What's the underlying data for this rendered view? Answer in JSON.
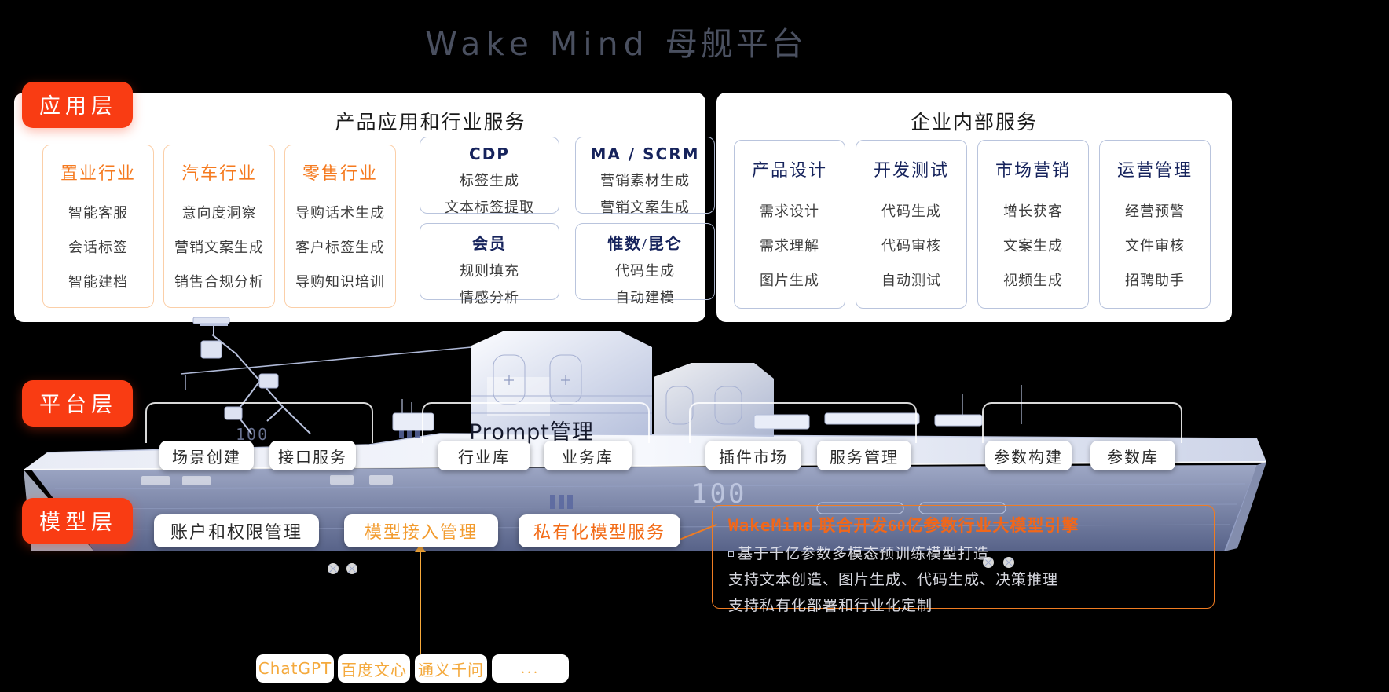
{
  "title": {
    "en": "Wake Mind",
    "cn": "母舰平台"
  },
  "badges": {
    "application": "应用层",
    "platform": "平台层",
    "model": "模型层"
  },
  "application_layer": {
    "left_panel": {
      "title": "产品应用和行业服务",
      "industry_cards": [
        {
          "head": "置业行业",
          "items": [
            "智能客服",
            "会话标签",
            "智能建档"
          ]
        },
        {
          "head": "汽车行业",
          "items": [
            "意向度洞察",
            "营销文案生成",
            "销售合规分析"
          ]
        },
        {
          "head": "零售行业",
          "items": [
            "导购话术生成",
            "客户标签生成",
            "导购知识培训"
          ]
        }
      ],
      "service_boxes": [
        {
          "head": "CDP",
          "latin": true,
          "items": [
            "标签生成",
            "文本标签提取"
          ]
        },
        {
          "head": "MA / SCRM",
          "latin": true,
          "items": [
            "营销素材生成",
            "营销文案生成"
          ]
        },
        {
          "head": "会员",
          "latin": false,
          "items": [
            "规则填充",
            "情感分析"
          ]
        },
        {
          "head": "惟数/昆仑",
          "latin": false,
          "items": [
            "代码生成",
            "自动建模"
          ]
        }
      ]
    },
    "right_panel": {
      "title": "企业内部服务",
      "cards": [
        {
          "head": "产品设计",
          "items": [
            "需求设计",
            "需求理解",
            "图片生成"
          ]
        },
        {
          "head": "开发测试",
          "items": [
            "代码生成",
            "代码审核",
            "自动测试"
          ]
        },
        {
          "head": "市场营销",
          "items": [
            "增长获客",
            "文案生成",
            "视频生成"
          ]
        },
        {
          "head": "运营管理",
          "items": [
            "经营预警",
            "文件审核",
            "招聘助手"
          ]
        }
      ]
    }
  },
  "platform_layer": {
    "prompt_label_en": "Prompt",
    "prompt_label_cn": "管理",
    "chips": [
      "场景创建",
      "接口服务",
      "行业库",
      "业务库",
      "插件市场",
      "服务管理",
      "参数构建",
      "参数库"
    ]
  },
  "model_layer": {
    "chips": [
      "账户和权限管理",
      "模型接入管理",
      "私有化模型服务"
    ],
    "vendors": [
      "ChatGPT",
      "百度文心",
      "通义千问",
      "..."
    ],
    "callout": {
      "title_en": "WakeMind",
      "title_cn": "联合开发60亿参数行业大模型引擎",
      "lines": [
        "基于千亿参数多模态预训练模型打造",
        "支持文本创造、图片生成、代码生成、决策推理",
        "支持私有化部署和行业化定制"
      ]
    }
  },
  "colors": {
    "accent_red": "#f93c13",
    "accent_orange": "#f26b16",
    "industry_orange": "#f57a1f",
    "navy": "#16235c",
    "title_gray": "#4a5060",
    "vendor_amber": "#f4a93c"
  }
}
